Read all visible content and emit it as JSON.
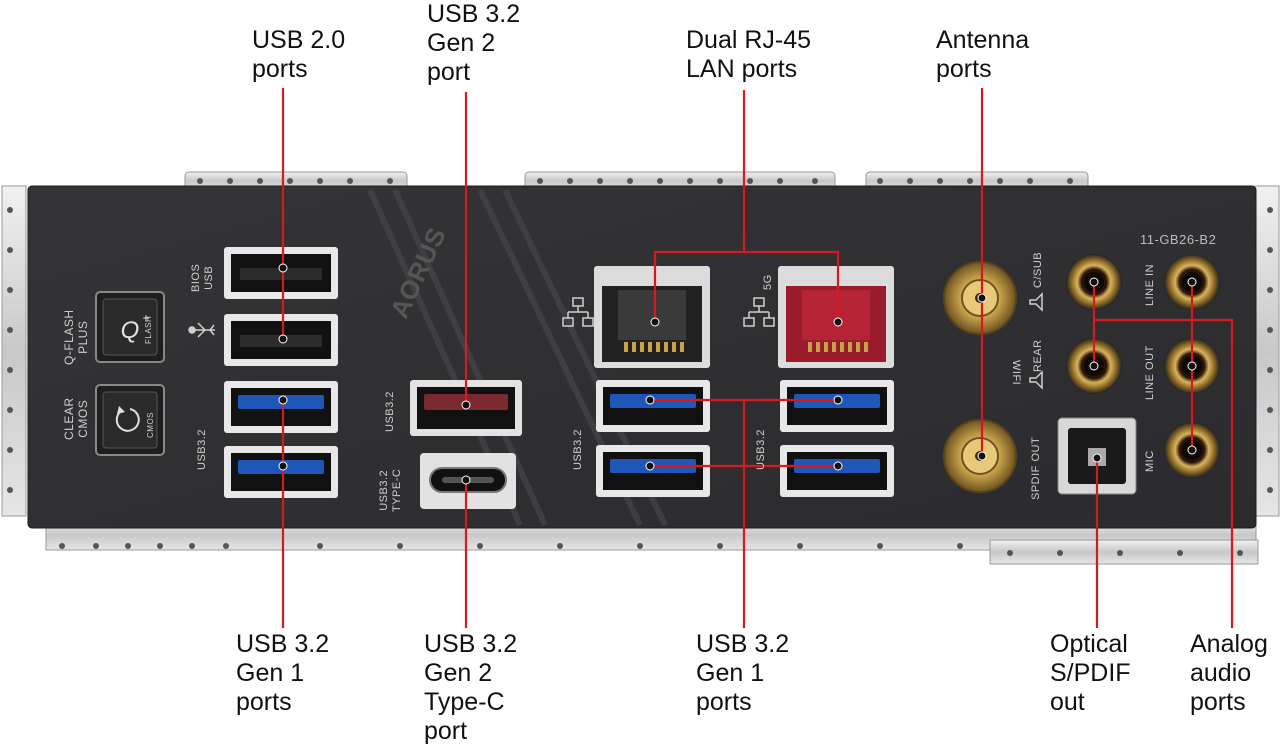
{
  "callouts": {
    "usb20": "USB 2.0\nports",
    "usb32g2": "USB 3.2\nGen 2\nport",
    "rj45": "Dual RJ-45\nLAN ports",
    "antenna": "Antenna\nports",
    "usb32g1_left": "USB 3.2\nGen 1\nports",
    "usb32g2c": "USB 3.2\nGen 2\nType-C\nport",
    "usb32g1_right": "USB 3.2\nGen 1\nports",
    "spdif": "Optical\nS/PDIF\nout",
    "analog": "Analog\naudio\nports"
  },
  "plate_labels": {
    "model": "11-GB26-B2",
    "bios_usb": "BIOS\nUSB",
    "qflash_plus": "Q-FLASH\nPLUS",
    "flash": "FLASH",
    "clear_cmos": "CLEAR\nCMOS",
    "cmos": "CMOS",
    "usb32_a": "USB3.2",
    "usb32_b": "USB3.2",
    "usb32_c": "USB3.2",
    "usb32_d": "USB3.2",
    "usb32_typec": "USB3.2\nTYPE-C",
    "lan_5g": "5G",
    "wifi": "WIFI",
    "spdif_out": "SPDIF OUT",
    "c_sub": "C/SUB",
    "rear": "REAR",
    "line_in": "LINE IN",
    "line_out": "LINE OUT",
    "mic": "MIC",
    "brand": "AORUS"
  },
  "colors": {
    "leader": "#d8181f",
    "plate": "#3a3a3c",
    "usb3_blue": "#1f57b8",
    "usb_red": "#7a2a2e",
    "lan_red": "#9a1b2a",
    "gold": "#c9a24a"
  }
}
